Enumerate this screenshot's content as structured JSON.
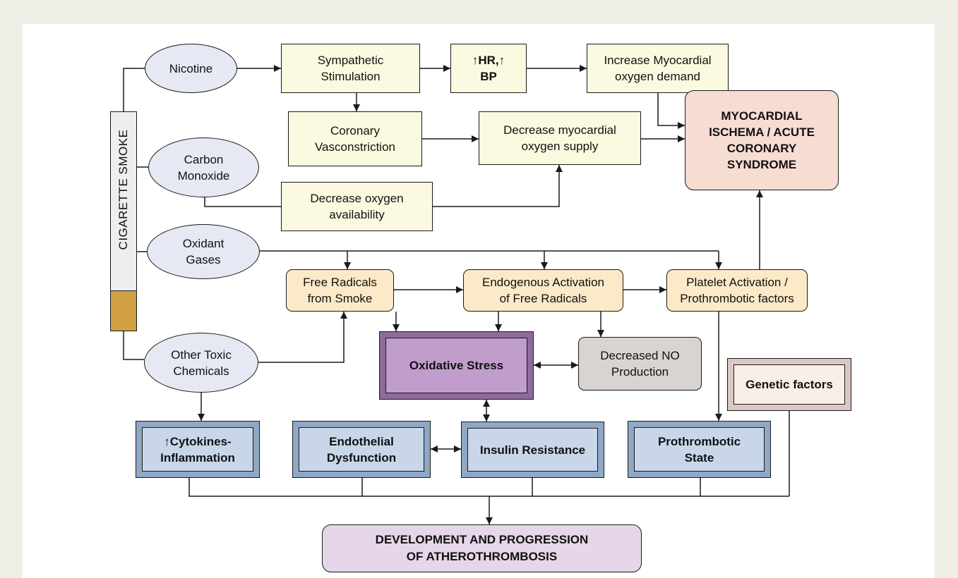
{
  "source_label": "CIGARETTE SMOKE",
  "sources": {
    "nicotine": "Nicotine",
    "carbon_monoxide": "Carbon\nMonoxide",
    "oxidant_gases": "Oxidant\nGases",
    "other_toxic": "Other Toxic\nChemicals"
  },
  "nodes": {
    "sympathetic": "Sympathetic\nStimulation",
    "hr_bp": "↑HR,↑\nBP",
    "increase_demand": "Increase Myocardial\noxygen demand",
    "coronary_vaso": "Coronary\nVasconstriction",
    "decrease_supply": "Decrease myocardial\noxygen supply",
    "decrease_availability": "Decrease oxygen\navailability",
    "ischemia": "MYOCARDIAL\nISCHEMA / ACUTE\nCORONARY\nSYNDROME",
    "free_radicals_smoke": "Free Radicals\nfrom Smoke",
    "endogenous": "Endogenous Activation\nof Free Radicals",
    "platelet": "Platelet Activation /\nProthrombotic factors",
    "oxidative_stress": "Oxidative Stress",
    "decreased_no": "Decreased NO\nProduction",
    "genetic": "Genetic factors",
    "cytokines": "↑Cytokines-\nInflammation",
    "endothelial": "Endothelial\nDysfunction",
    "insulin": "Insulin Resistance",
    "prothrombotic_state": "Prothrombotic\nState",
    "atherothrombosis": "DEVELOPMENT AND PROGRESSION\nOF ATHEROTHROMBOSIS"
  },
  "colors": {
    "background": "#efeee7",
    "ellipse_fill": "#e6e9f3",
    "square_fill": "#fbfae0",
    "radical_fill": "#fbe9c8",
    "ischemia_fill": "#f7dcd2",
    "outcome_fill": "#e6d6ea",
    "bevel_blue": "#c9d6ea",
    "bevel_purple": "#c09dcb",
    "no_fill": "#d9d4d2",
    "cigarette_filter": "#d1a043"
  }
}
